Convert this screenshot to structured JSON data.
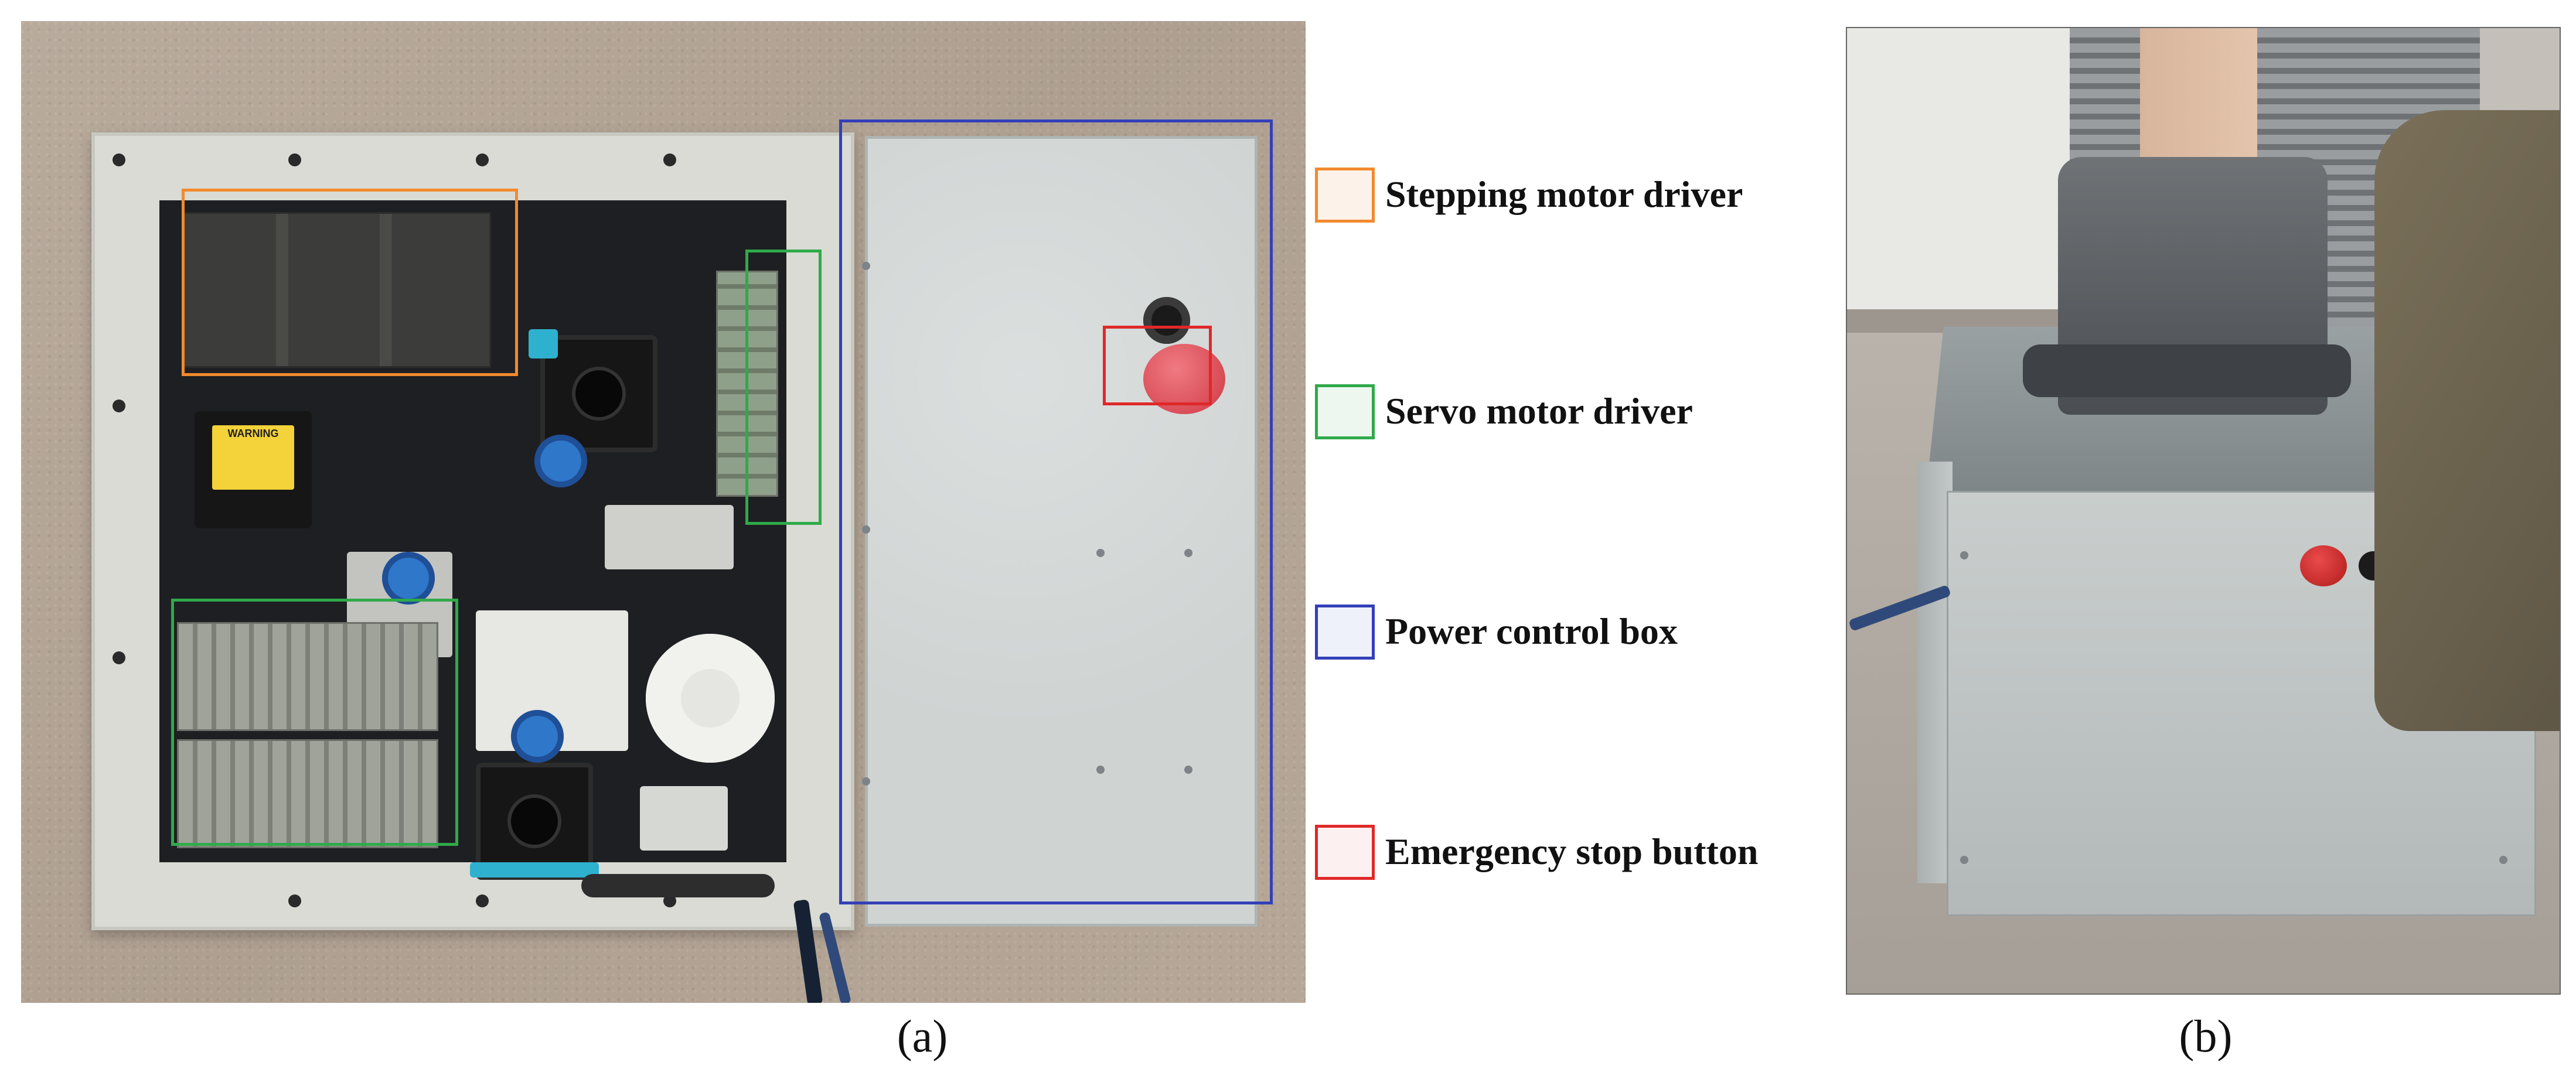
{
  "figure": {
    "legend": [
      {
        "label": "Stepping motor driver",
        "color": "#f28a2e",
        "fill": "#fdf2ea"
      },
      {
        "label": "Servo motor driver",
        "color": "#2faa4a",
        "fill": "#edf7ef"
      },
      {
        "label": "Power control box",
        "color": "#3340b8",
        "fill": "#eef1fa"
      },
      {
        "label": "Emergency stop button",
        "color": "#e02828",
        "fill": "#fdf0f0"
      }
    ],
    "captions": {
      "a": "(a)",
      "b": "(b)"
    },
    "panel_a_label_text": "WARNING"
  }
}
